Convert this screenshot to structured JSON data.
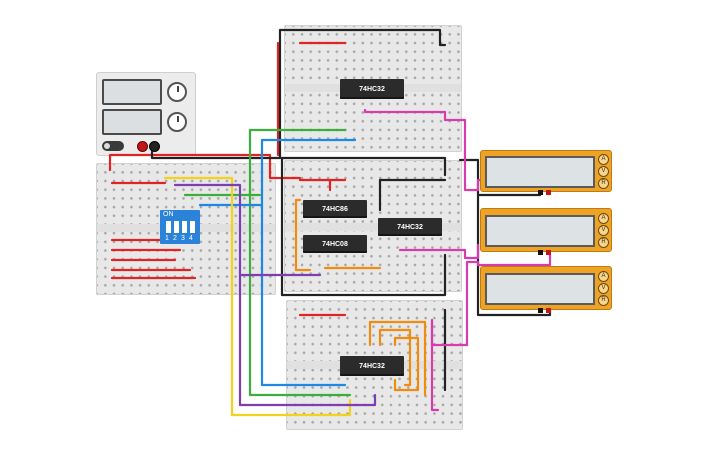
{
  "colors": {
    "breadboard": "#e8e8e8",
    "chip": "#2b2b2b",
    "meter": "#efa324",
    "dip_switch": "#2a83d8",
    "wire_red": "#e02424",
    "wire_black": "#222222",
    "wire_green": "#3cae3c",
    "wire_blue": "#1e88e5",
    "wire_yellow": "#f2d21b",
    "wire_purple": "#7d3fb0",
    "wire_orange": "#f28c0f",
    "wire_magenta": "#d63cae"
  },
  "chips": {
    "top": "74HC32",
    "mid_left_upper": "74HC86",
    "mid_left_lower": "74HC08",
    "mid_right": "74HC32",
    "bottom": "74HC32"
  },
  "dip_switch": {
    "on_label": "ON",
    "numbers": [
      "1",
      "2",
      "3",
      "4"
    ]
  },
  "meters": {
    "buttons": [
      "A",
      "V",
      "R"
    ]
  },
  "icons": {
    "power_switch": "toggle-icon",
    "knob": "knob-icon",
    "terminal": "terminal-icon"
  }
}
